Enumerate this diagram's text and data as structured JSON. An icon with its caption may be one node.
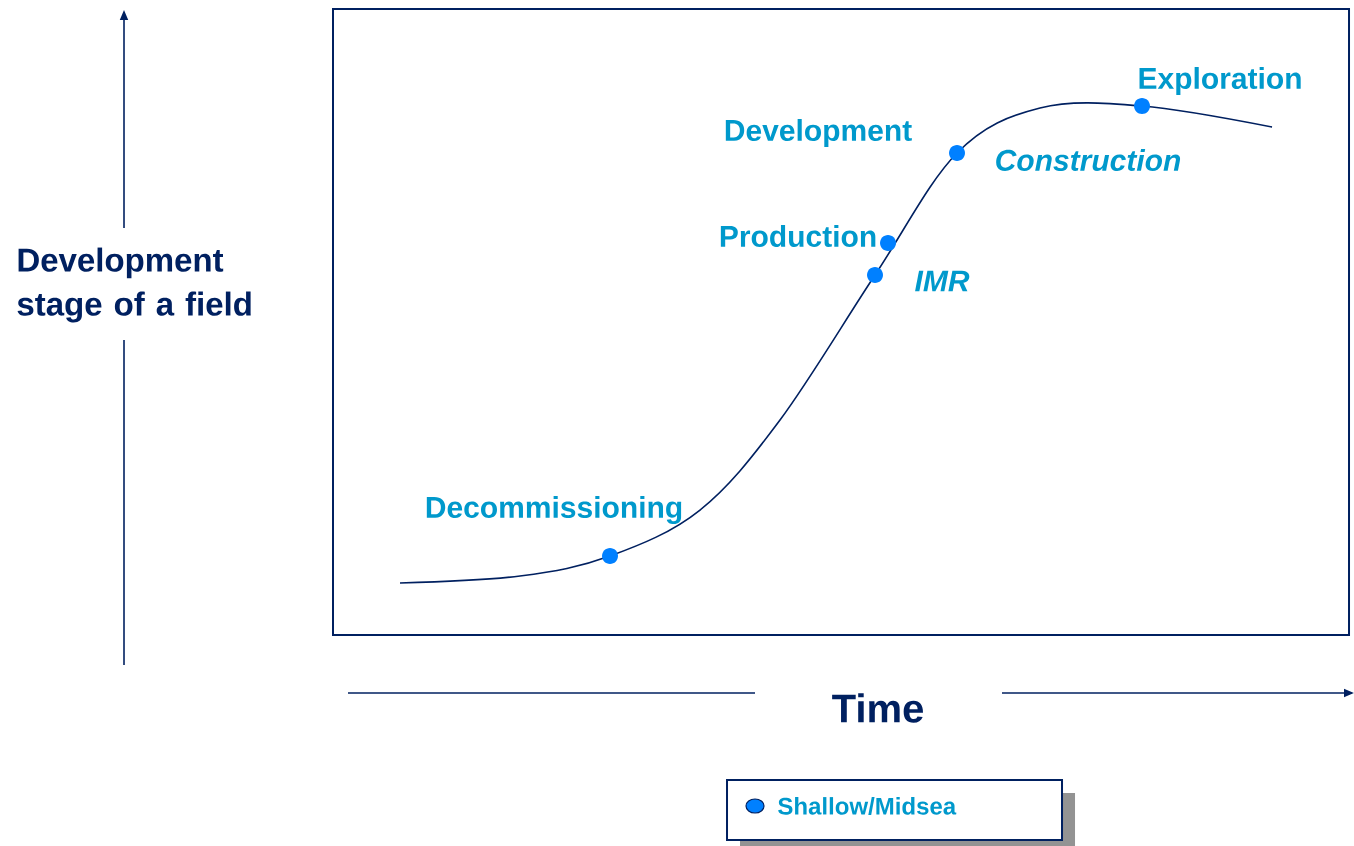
{
  "diagram": {
    "labels": [
      "Exploration",
      "Development",
      "Construction",
      "Production",
      "Development stage of a field",
      "IMR",
      "Decommissioning",
      "Time"
    ],
    "legend": [
      {
        "text": "Shallow/Midsea",
        "color": "#0080ff"
      }
    ]
  }
}
